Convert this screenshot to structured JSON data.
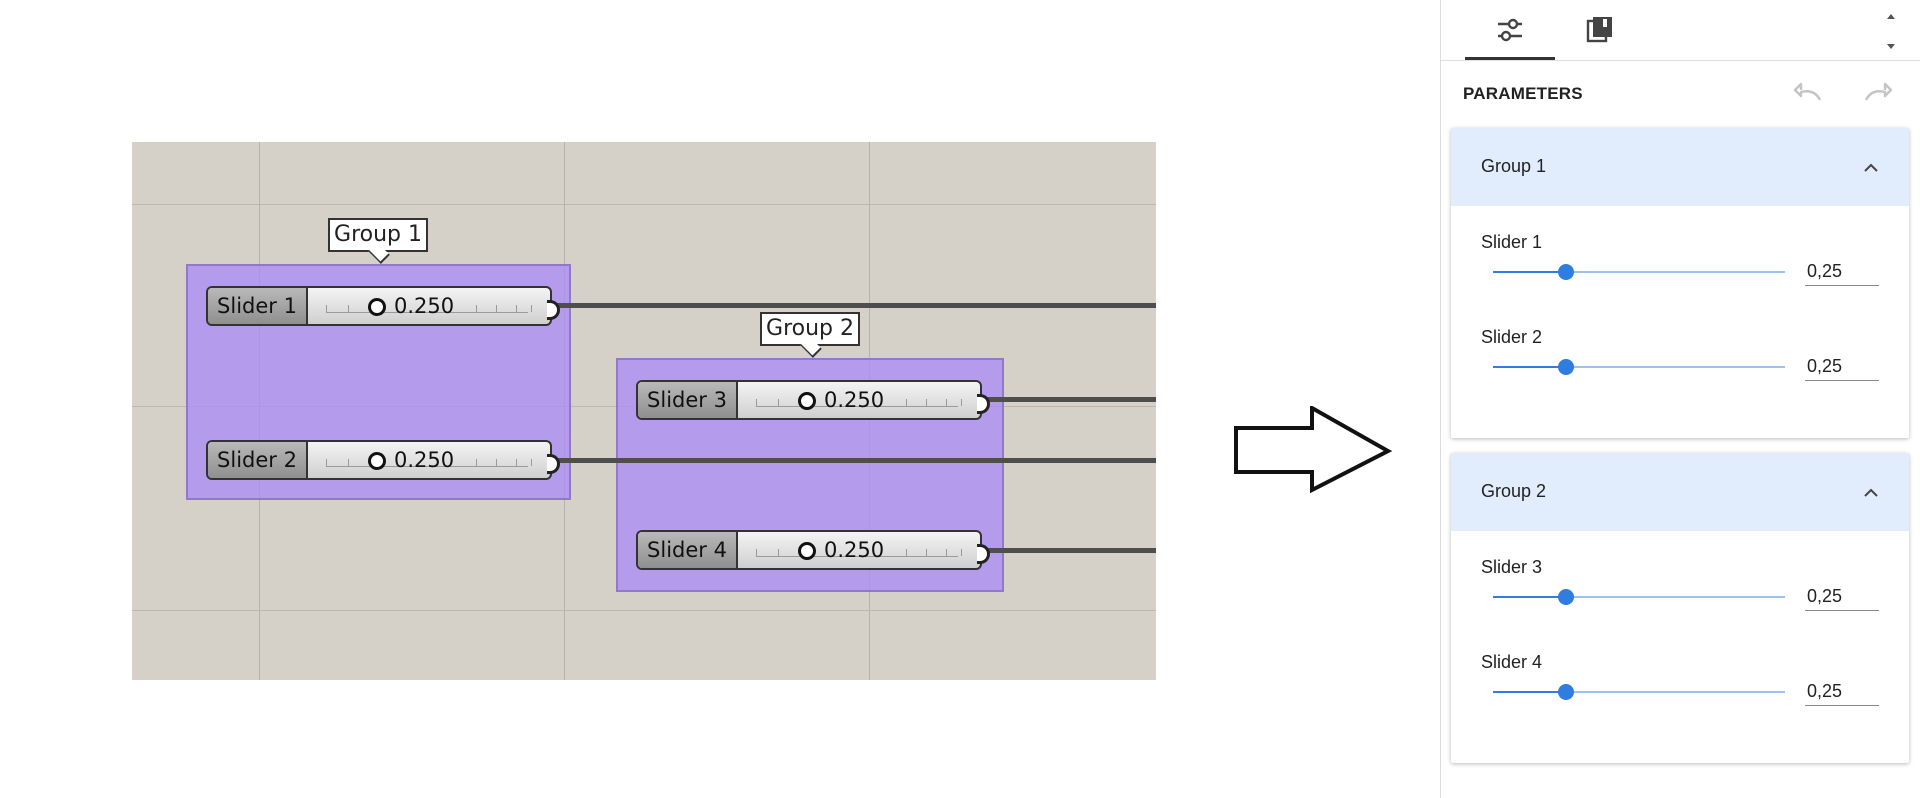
{
  "canvas": {
    "groups": [
      {
        "name": "Group 1",
        "sliders": [
          {
            "label": "Slider 1",
            "value": "0.250"
          },
          {
            "label": "Slider 2",
            "value": "0.250"
          }
        ]
      },
      {
        "name": "Group 2",
        "sliders": [
          {
            "label": "Slider 3",
            "value": "0.250"
          },
          {
            "label": "Slider 4",
            "value": "0.250"
          }
        ]
      }
    ]
  },
  "panel": {
    "tabs": [
      {
        "icon": "sliders-icon",
        "active": true
      },
      {
        "icon": "library-icon",
        "active": false
      }
    ],
    "title": "PARAMETERS",
    "groups": [
      {
        "name": "Group 1",
        "expanded": true,
        "params": [
          {
            "label": "Slider 1",
            "value": "0,25",
            "fraction": 0.25
          },
          {
            "label": "Slider 2",
            "value": "0,25",
            "fraction": 0.25
          }
        ]
      },
      {
        "name": "Group 2",
        "expanded": true,
        "params": [
          {
            "label": "Slider 3",
            "value": "0,25",
            "fraction": 0.25
          },
          {
            "label": "Slider 4",
            "value": "0,25",
            "fraction": 0.25
          }
        ]
      }
    ]
  },
  "colors": {
    "accent": "#2f7de1",
    "group_fill": "#aa8cf5",
    "card_header": "#e1edfc"
  }
}
